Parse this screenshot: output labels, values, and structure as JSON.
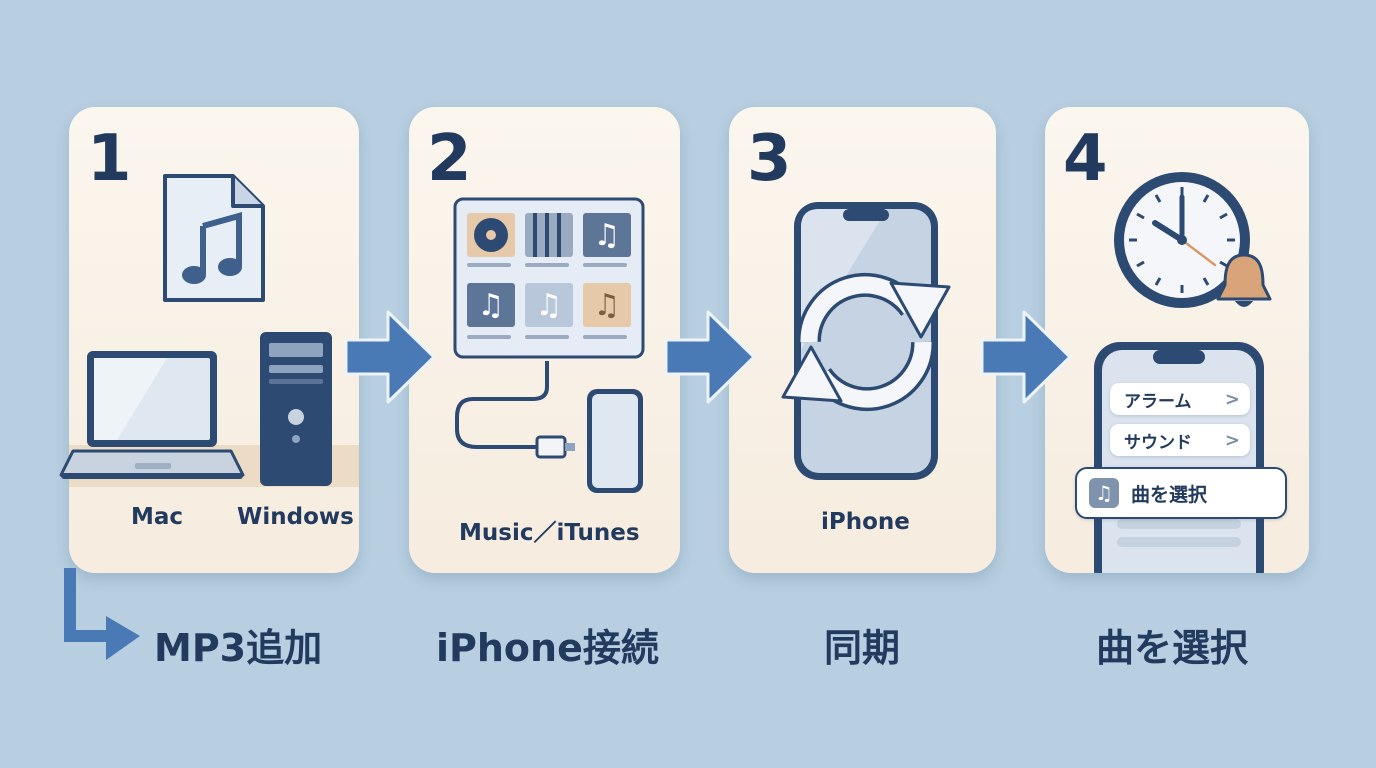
{
  "steps": [
    {
      "number": "1",
      "caption": "MP3追加",
      "labels": {
        "left": "Mac",
        "right": "Windows"
      },
      "icons": [
        "music-file-icon",
        "laptop-icon",
        "desktop-tower-icon"
      ]
    },
    {
      "number": "2",
      "caption": "iPhone接続",
      "label": "Music／iTunes",
      "icons": [
        "music-library-screen-icon",
        "lightning-cable-icon",
        "iphone-icon"
      ]
    },
    {
      "number": "3",
      "caption": "同期",
      "label": "iPhone",
      "icons": [
        "iphone-icon",
        "sync-arrows-icon"
      ]
    },
    {
      "number": "4",
      "caption": "曲を選択",
      "menu": [
        "アラーム",
        "サウンド",
        "曲を選択"
      ],
      "icons": [
        "clock-icon",
        "bell-icon",
        "iphone-icon",
        "music-note-icon"
      ]
    }
  ],
  "colors": {
    "background": "#b7cfe0",
    "card": "#fbf6ee",
    "text": "#213a5e",
    "arrow": "#4a7ab5"
  }
}
